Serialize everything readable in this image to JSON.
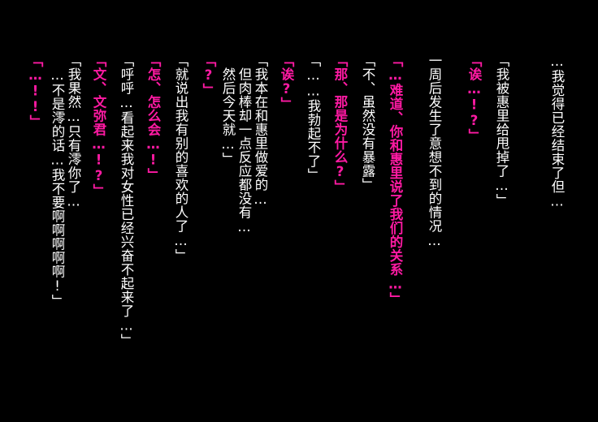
{
  "palette": {
    "background": "#000000",
    "narration_text": "#ffffff",
    "emphasis_text": "#ff1aa3"
  },
  "lines": [
    {
      "text": "…我觉得已经结束了但…",
      "color": "white"
    },
    {
      "text": "「我被惠里给甩掉了…」",
      "color": "white"
    },
    {
      "text": "「诶…!?」",
      "color": "pink"
    },
    {
      "text": "一周后发生了意想不到的情况…",
      "color": "white"
    },
    {
      "text": "「…难道、你和惠里说了我们的关系…」",
      "color": "pink"
    },
    {
      "text": "「不、虽然没有暴露」",
      "color": "white"
    },
    {
      "text": "「那、那是为什么?」",
      "color": "pink"
    },
    {
      "text": "「……我勃起不了」",
      "color": "white"
    },
    {
      "text": "「诶?」",
      "color": "pink"
    },
    {
      "text": "「我本在和惠里做爱的…\n　但肉棒却一点反应都没有…\n　然后今天就…」",
      "color": "white"
    },
    {
      "text": "「?」",
      "color": "pink"
    },
    {
      "text": "「就说出我有别的喜欢的人了…」",
      "color": "white"
    },
    {
      "text": "「怎、怎么会…!」",
      "color": "pink"
    },
    {
      "text": "「呼呼…看起来我对女性已经兴奋不起来了…」",
      "color": "white"
    },
    {
      "text": "「文、文弥君…!?」",
      "color": "pink"
    },
    {
      "text": "「我果然…只有澪你了…\n　…不是澪的话…我不要啊啊啊啊啊!」",
      "color": "white"
    },
    {
      "text": "「…!!」",
      "color": "pink"
    }
  ]
}
